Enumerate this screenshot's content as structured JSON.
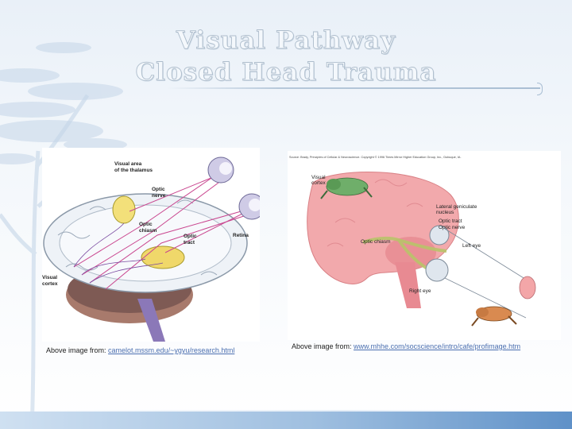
{
  "slide": {
    "title_line1": "Visual Pathway",
    "title_line2": "Closed Head Trauma"
  },
  "figure_left": {
    "labels": {
      "visual_area": "Visual area",
      "visual_area_2": "of the thalamus",
      "optic_nerve_1": "Optic",
      "optic_nerve_2": "nerve",
      "optic_chiasm_1": "Optic",
      "optic_chiasm_2": "chiasm",
      "optic_tract_1": "Optic",
      "optic_tract_2": "tract",
      "retina": "Retina",
      "visual_cortex_1": "Visual",
      "visual_cortex_2": "cortex"
    },
    "caption_prefix": "Above image from: ",
    "caption_link": "camelot.mssm.edu/~ygyu/research.html"
  },
  "figure_right": {
    "credit": "Source: Brady, Principles of Cellular & Neuroscience. Copyright © 1996 Times Mirror Higher Education Group, Inc., Dubuque, IA.",
    "labels": {
      "visual_cortex_1": "Visual",
      "visual_cortex_2": "cortex",
      "lgn_1": "Lateral geniculate",
      "lgn_2": "nucleus",
      "optic_tract": "Optic tract",
      "optic_nerve": "Optic nerve",
      "optic_chiasm": "Optic chiasm",
      "left_eye": "Left eye",
      "right_eye": "Right eye"
    },
    "caption_prefix": "Above image from: ",
    "caption_link": "www.mhhe.com/socscience/intro/cafe/profimage.htm"
  }
}
